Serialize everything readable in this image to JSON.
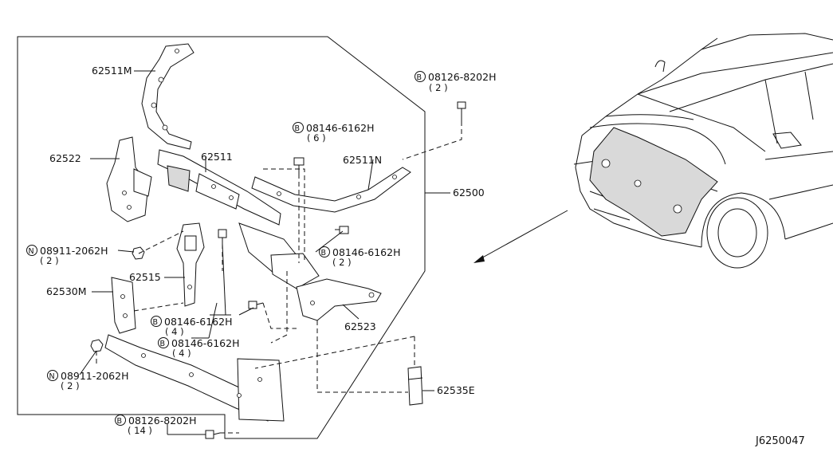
{
  "labels": {
    "p62511M": "62511M",
    "p62522": "62522",
    "p62511": "62511",
    "p62511N": "62511N",
    "p62500": "62500",
    "p62515": "62515",
    "p62530M": "62530M",
    "p62523": "62523",
    "p62535E": "62535E",
    "b1_code": "08126-8202H",
    "b1_qty": "( 2 )",
    "b2_code": "08146-6162H",
    "b2_qty": "( 6 )",
    "b3_code": "08146-6162H",
    "b3_qty": "( 2 )",
    "b4_code": "08146-6162H",
    "b4_qty": "( 4 )",
    "b5_code": "08146-6162H",
    "b5_qty": "( 4 )",
    "b6_code": "08126-8202H",
    "b6_qty": "( 14 )",
    "n1_code": "08911-2062H",
    "n1_qty": "( 2 )",
    "n2_code": "08911-2062H",
    "n2_qty": "( 2 )",
    "b_symbol": "B",
    "n_symbol": "N",
    "diagram_id": "J6250047"
  }
}
